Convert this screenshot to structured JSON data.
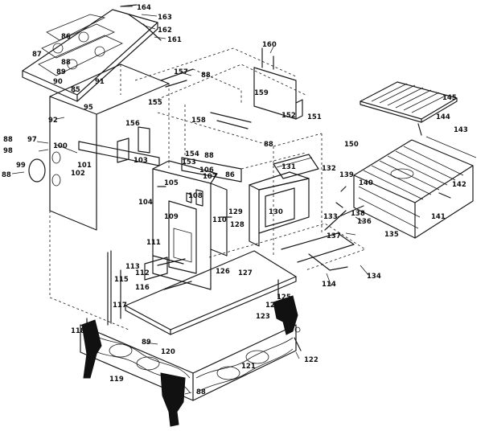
{
  "diagram": {
    "labels": [
      "164",
      "163",
      "162",
      "161",
      "86",
      "87",
      "88",
      "89",
      "90",
      "91",
      "85",
      "95",
      "92",
      "157",
      "88",
      "155",
      "156",
      "158",
      "159",
      "160",
      "151",
      "152",
      "88",
      "150",
      "145",
      "144",
      "143",
      "88",
      "98",
      "99",
      "100",
      "97",
      "101",
      "102",
      "88",
      "103",
      "153",
      "154",
      "88",
      "106",
      "107",
      "86",
      "104",
      "105",
      "108",
      "131",
      "132",
      "139",
      "140",
      "142",
      "141",
      "138",
      "136",
      "135",
      "137",
      "130",
      "129",
      "128",
      "109",
      "110",
      "111",
      "133",
      "134",
      "114",
      "113",
      "112",
      "116",
      "115",
      "117",
      "126",
      "127",
      "125",
      "124",
      "123",
      "118",
      "89",
      "120",
      "121",
      "122",
      "119",
      "88"
    ]
  }
}
